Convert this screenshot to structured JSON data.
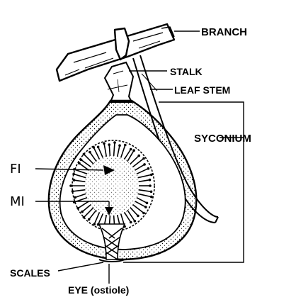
{
  "labels": {
    "branch": "BRANCH",
    "stalk": "STALK",
    "leaf_stem": "LEAF STEM",
    "syconium": "SYCONIUM",
    "fi": "FI",
    "mi": "MI",
    "scales": "SCALES",
    "eye": "EYE (ostiole)"
  },
  "colors": {
    "ink": "#000000",
    "background": "#ffffff"
  }
}
